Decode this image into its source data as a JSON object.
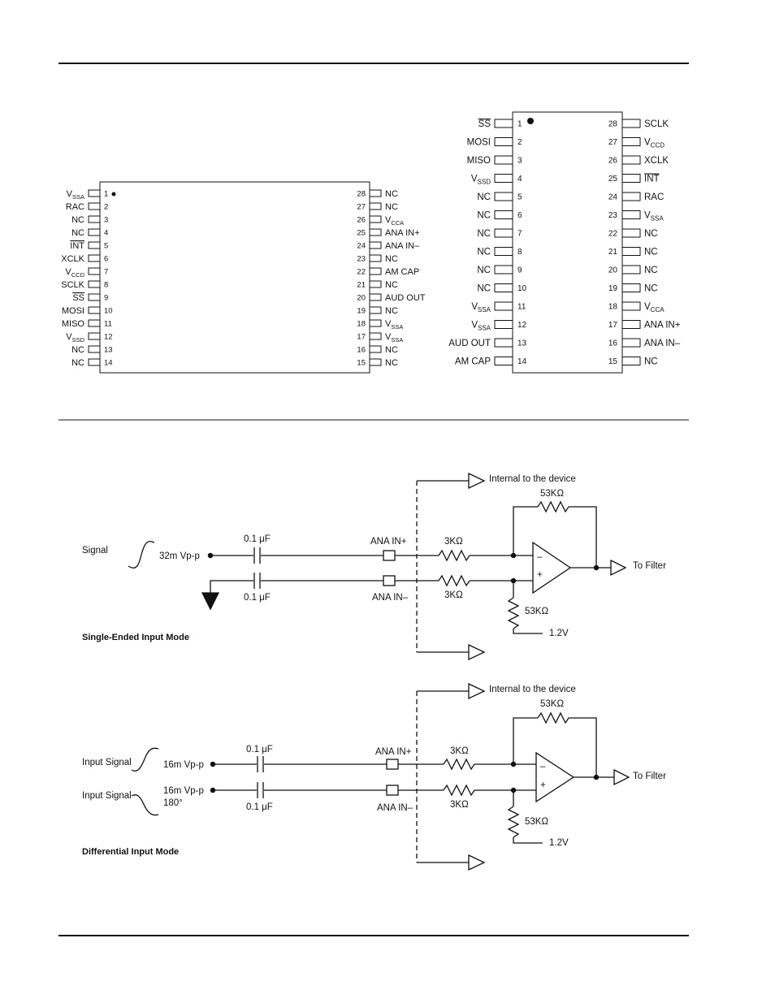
{
  "soic": {
    "left_pins": [
      {
        "n": "1",
        "main": "V",
        "sub": "SSA"
      },
      {
        "n": "2",
        "main": "RAC"
      },
      {
        "n": "3",
        "main": "NC"
      },
      {
        "n": "4",
        "main": "NC"
      },
      {
        "n": "5",
        "main": "INT",
        "overline": true
      },
      {
        "n": "6",
        "main": "XCLK"
      },
      {
        "n": "7",
        "main": "V",
        "sub": "CCD"
      },
      {
        "n": "8",
        "main": "SCLK"
      },
      {
        "n": "9",
        "main": "SS",
        "overline": true
      },
      {
        "n": "10",
        "main": "MOSI"
      },
      {
        "n": "11",
        "main": "MISO"
      },
      {
        "n": "12",
        "main": "V",
        "sub": "SSD"
      },
      {
        "n": "13",
        "main": "NC"
      },
      {
        "n": "14",
        "main": "NC"
      }
    ],
    "right_pins": [
      {
        "n": "28",
        "main": "NC"
      },
      {
        "n": "27",
        "main": "NC"
      },
      {
        "n": "26",
        "main": "V",
        "sub": "CCA"
      },
      {
        "n": "25",
        "main": "ANA IN+"
      },
      {
        "n": "24",
        "main": "ANA IN–"
      },
      {
        "n": "23",
        "main": "NC"
      },
      {
        "n": "22",
        "main": "AM CAP"
      },
      {
        "n": "21",
        "main": "NC"
      },
      {
        "n": "20",
        "main": "AUD OUT"
      },
      {
        "n": "19",
        "main": "NC"
      },
      {
        "n": "18",
        "main": "V",
        "sub": "SSA"
      },
      {
        "n": "17",
        "main": "V",
        "sub": "SSA"
      },
      {
        "n": "16",
        "main": "NC"
      },
      {
        "n": "15",
        "main": "NC"
      }
    ]
  },
  "dip": {
    "left_pins": [
      {
        "n": "1",
        "main": "SS",
        "overline": true
      },
      {
        "n": "2",
        "main": "MOSI"
      },
      {
        "n": "3",
        "main": "MISO"
      },
      {
        "n": "4",
        "main": "V",
        "sub": "SSD"
      },
      {
        "n": "5",
        "main": "NC"
      },
      {
        "n": "6",
        "main": "NC"
      },
      {
        "n": "7",
        "main": "NC"
      },
      {
        "n": "8",
        "main": "NC"
      },
      {
        "n": "9",
        "main": "NC"
      },
      {
        "n": "10",
        "main": "NC"
      },
      {
        "n": "11",
        "main": "V",
        "sub": "SSA"
      },
      {
        "n": "12",
        "main": "V",
        "sub": "SSA"
      },
      {
        "n": "13",
        "main": "AUD OUT"
      },
      {
        "n": "14",
        "main": "AM CAP"
      }
    ],
    "right_pins": [
      {
        "n": "28",
        "main": "SCLK"
      },
      {
        "n": "27",
        "main": "V",
        "sub": "CCD"
      },
      {
        "n": "26",
        "main": "XCLK"
      },
      {
        "n": "25",
        "main": "INT",
        "overline": true
      },
      {
        "n": "24",
        "main": "RAC"
      },
      {
        "n": "23",
        "main": "V",
        "sub": "SSA"
      },
      {
        "n": "22",
        "main": "NC"
      },
      {
        "n": "21",
        "main": "NC"
      },
      {
        "n": "20",
        "main": "NC"
      },
      {
        "n": "19",
        "main": "NC"
      },
      {
        "n": "18",
        "main": "V",
        "sub": "CCA"
      },
      {
        "n": "17",
        "main": "ANA IN+"
      },
      {
        "n": "16",
        "main": "ANA IN–"
      },
      {
        "n": "15",
        "main": "NC"
      }
    ]
  },
  "single_ended": {
    "internal_label": "Internal to the device",
    "feedback_res": "53KΩ",
    "signal_label": "Signal",
    "amplitude": "32m Vp-p",
    "cap_top": "0.1 μF",
    "cap_bottom": "0.1 μF",
    "pin_plus": "ANA IN+",
    "pin_minus": "ANA IN–",
    "res_top": "3KΩ",
    "res_bottom": "3KΩ",
    "bias_res": "53KΩ",
    "bias_voltage": "1.2V",
    "output_label": "To Filter",
    "minus_sign": "–",
    "plus_sign": "+",
    "mode_title": "Single-Ended Input Mode"
  },
  "differential": {
    "internal_label": "Internal to the device",
    "feedback_res": "53KΩ",
    "signal1_label": "Input Signal",
    "signal1_amplitude": "16m Vp-p",
    "signal2_label": "Input Signal",
    "signal2_amplitude": "16m Vp-p",
    "signal2_phase": "180°",
    "cap_top": "0.1 μF",
    "cap_bottom": "0.1 μF",
    "pin_plus": "ANA IN+",
    "pin_minus": "ANA IN–",
    "res_top": "3KΩ",
    "res_bottom": "3KΩ",
    "bias_res": "53KΩ",
    "bias_voltage": "1.2V",
    "output_label": "To Filter",
    "minus_sign": "–",
    "plus_sign": "+",
    "mode_title": "Differential Input Mode"
  }
}
